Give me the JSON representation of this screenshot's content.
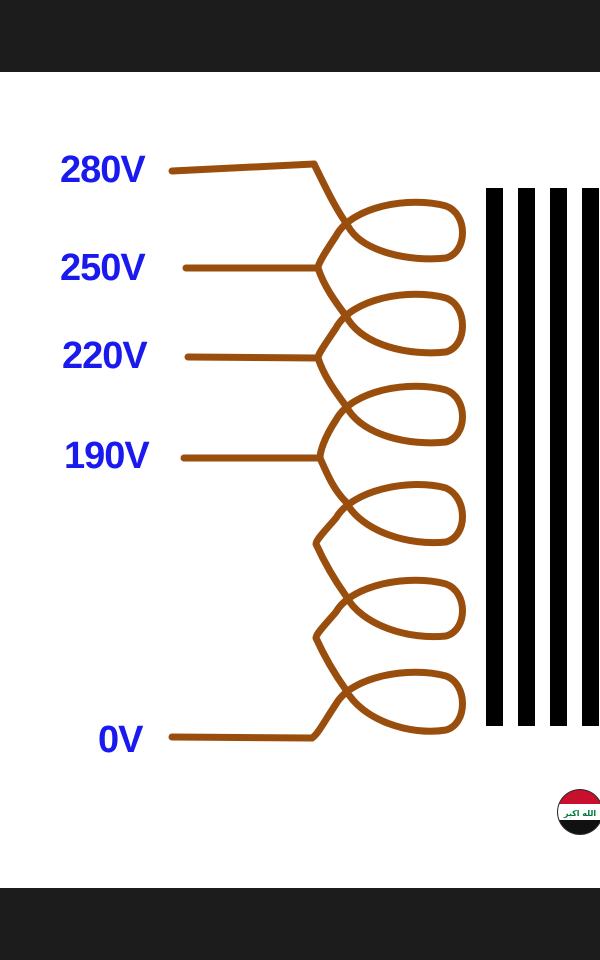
{
  "colors": {
    "label": "#1a1aee",
    "wire": "#9a4e0d",
    "core": "#000000",
    "background": "#ffffff",
    "frame": "#1c1c1c"
  },
  "taps": [
    {
      "label": "280V"
    },
    {
      "label": "250V"
    },
    {
      "label": "220V"
    },
    {
      "label": "190V"
    },
    {
      "label": "0V"
    }
  ],
  "badge": {
    "icon": "iraq-flag-icon",
    "text": "الله اكبر"
  }
}
